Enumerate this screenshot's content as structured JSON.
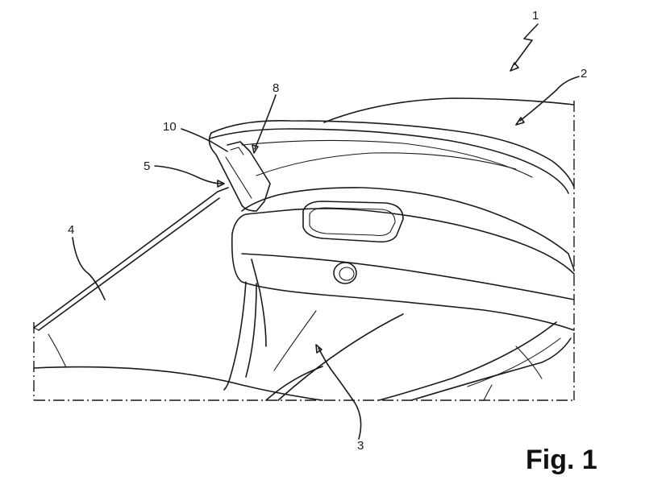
{
  "figure": {
    "label": "Fig. 1"
  },
  "references": {
    "r1": "1",
    "r2": "2",
    "r3": "3",
    "r4": "4",
    "r5": "5",
    "r8": "8",
    "r10": "10"
  }
}
